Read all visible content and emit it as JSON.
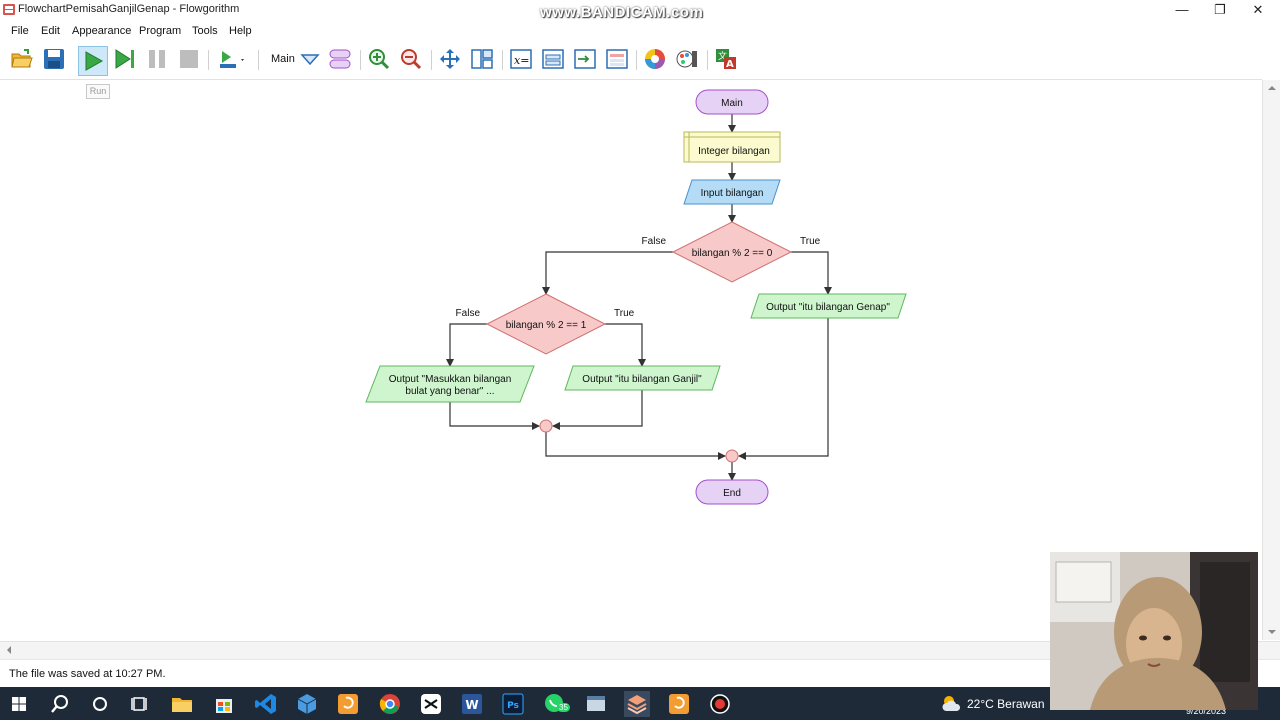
{
  "window": {
    "title": "FlowchartPemisahGanjilGenap - Flowgorithm",
    "watermark": "www.BANDICAM.com",
    "minimize": "—",
    "maximize": "❐",
    "close": "✕"
  },
  "menu": [
    "File",
    "Edit",
    "Appearance",
    "Program",
    "Tools",
    "Help"
  ],
  "toolbar": {
    "function_label": "Main",
    "tooltip": "Run"
  },
  "flowchart": {
    "start_label": "Main",
    "declare_label": "Integer bilangan",
    "input_label": "Input bilangan",
    "decision1_label": "bilangan % 2 == 0",
    "decision1_false": "False",
    "decision1_true": "True",
    "decision2_label": "bilangan % 2 == 1",
    "decision2_false": "False",
    "decision2_true": "True",
    "output_genap": "Output \"itu bilangan Genap\"",
    "output_ganjil": "Output \"itu bilangan Ganjil\"",
    "output_salah_line1": "Output \"Masukkan bilangan",
    "output_salah_line2": "bulat yang benar\" ...",
    "end_label": "End"
  },
  "status": {
    "message": "The file was saved at 10:27 PM."
  },
  "taskbar": {
    "whatsapp_badge": "35",
    "weather_text": "22°C  Berawan",
    "date": "9/20/2023"
  },
  "colors": {
    "terminal": "#e6d2f4",
    "declare": "#fbfbcf",
    "io_input": "#b5dcf7",
    "io_output": "#cff5cf",
    "decision": "#f7c9c9",
    "connector": "#f7c9c9",
    "taskbar": "#1f2a38"
  }
}
